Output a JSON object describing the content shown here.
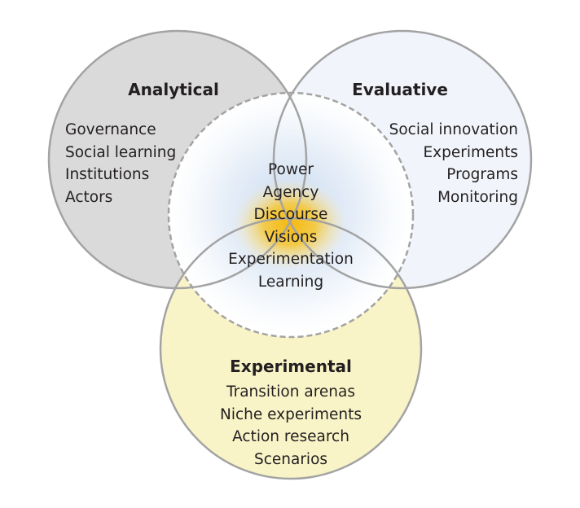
{
  "diagram": {
    "analytical": {
      "title": "Analytical",
      "items": [
        "Governance",
        "Social learning",
        "Institutions",
        "Actors"
      ]
    },
    "evaluative": {
      "title": "Evaluative",
      "items": [
        "Social innovation",
        "Experiments",
        "Programs",
        "Monitoring"
      ]
    },
    "experimental": {
      "title": "Experimental",
      "items": [
        "Transition arenas",
        "Niche experiments",
        "Action research",
        "Scenarios"
      ]
    },
    "center": {
      "items": [
        "Power",
        "Agency",
        "Discourse",
        "Visions",
        "Experimentation",
        "Learning"
      ]
    }
  },
  "colors": {
    "analytical_fill": "#dadada",
    "evaluative_fill": "#f1f5fb",
    "experimental_fill": "#f9f4c7",
    "circle_stroke": "#a3a3a3",
    "center_glow": "#c7d8ee",
    "core_glow": "#f8c112",
    "text": "#231f20"
  }
}
